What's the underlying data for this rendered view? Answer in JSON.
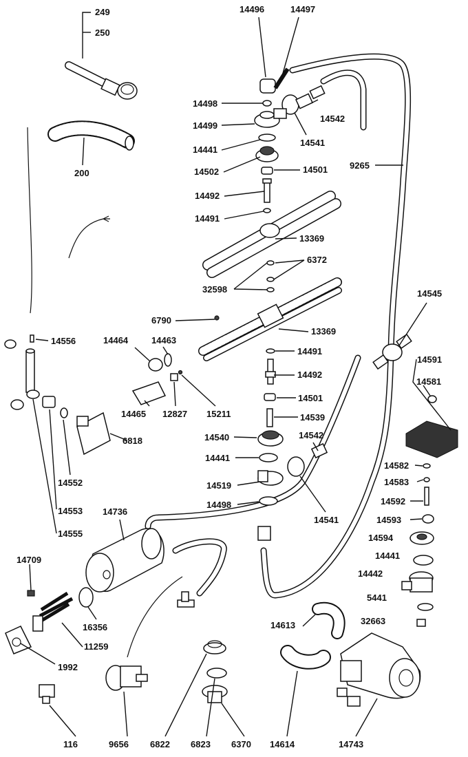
{
  "labels": {
    "p249": "249",
    "p250": "250",
    "p200": "200",
    "p14496": "14496",
    "p14497": "14497",
    "p14498a": "14498",
    "p14499": "14499",
    "p14441a": "14441",
    "p14502": "14502",
    "p14501a": "14501",
    "p14492a": "14492",
    "p14491a": "14491",
    "p13369a": "13369",
    "p6372": "6372",
    "p32598": "32598",
    "p6790": "6790",
    "p13369b": "13369",
    "p14542a": "14542",
    "p14541a": "14541",
    "p9265": "9265",
    "p14545": "14545",
    "p14556": "14556",
    "p14464": "14464",
    "p14463": "14463",
    "p14465": "14465",
    "p12827": "12827",
    "p15211": "15211",
    "p6818": "6818",
    "p14552": "14552",
    "p14553": "14553",
    "p14555": "14555",
    "p14491b": "14491",
    "p14492b": "14492",
    "p14501b": "14501",
    "p14539": "14539",
    "p14540": "14540",
    "p14542b": "14542",
    "p14441b": "14441",
    "p14519": "14519",
    "p14498b": "14498",
    "p14541b": "14541",
    "p14591": "14591",
    "p14581": "14581",
    "p14582": "14582",
    "p14583": "14583",
    "p14592": "14592",
    "p14593": "14593",
    "p14594": "14594",
    "p14441c": "14441",
    "p14442": "14442",
    "p5441": "5441",
    "p32663": "32663",
    "p14736": "14736",
    "p14709": "14709",
    "p16356": "16356",
    "p11259": "11259",
    "p1992": "1992",
    "p14613": "14613",
    "p116": "116",
    "p9656": "9656",
    "p6822": "6822",
    "p6823": "6823",
    "p6370": "6370",
    "p14614": "14614",
    "p14743": "14743"
  }
}
